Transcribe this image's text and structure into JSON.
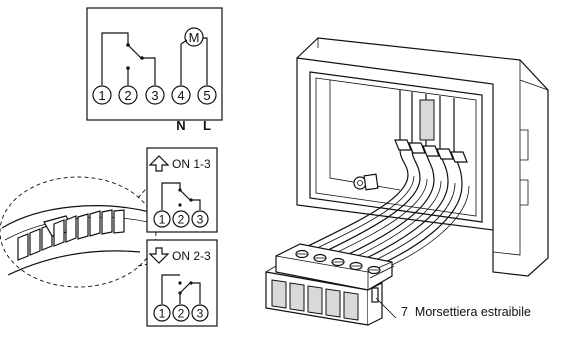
{
  "main_schematic": {
    "terminals": [
      "1",
      "2",
      "3",
      "4",
      "5"
    ],
    "motor_label": "M",
    "neutral_label": "N",
    "line_label": "L"
  },
  "switch_position_on_1_3": {
    "label": "ON 1-3",
    "terminals": [
      "1",
      "2",
      "3"
    ]
  },
  "switch_position_on_2_3": {
    "label": "ON 2-3",
    "terminals": [
      "1",
      "2",
      "3"
    ]
  },
  "callout": {
    "number": "7",
    "text": "Morsettiera estraibile"
  }
}
